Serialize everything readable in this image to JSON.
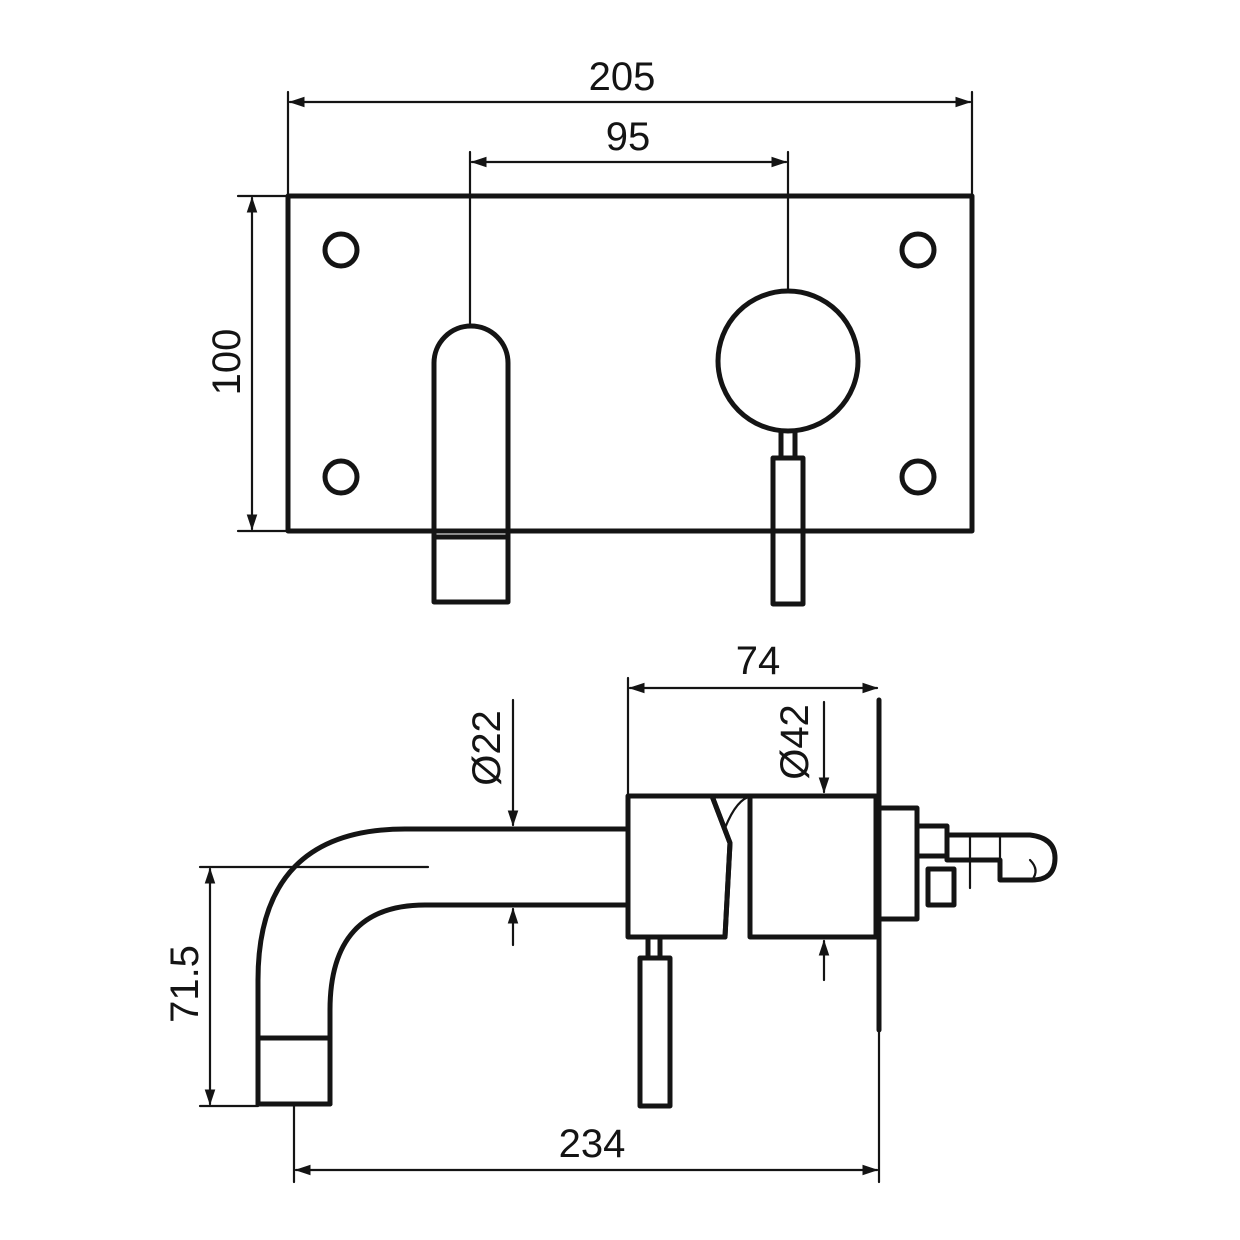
{
  "front_view": {
    "dim_overall_width": "205",
    "dim_centers": "95",
    "dim_height": "100"
  },
  "side_view": {
    "dim_body_depth": "74",
    "dim_spout_diameter": "Ø22",
    "dim_body_diameter": "Ø42",
    "dim_spout_drop": "71.5",
    "dim_spout_projection": "234"
  },
  "colors": {
    "line": "#141414",
    "background": "#ffffff"
  }
}
